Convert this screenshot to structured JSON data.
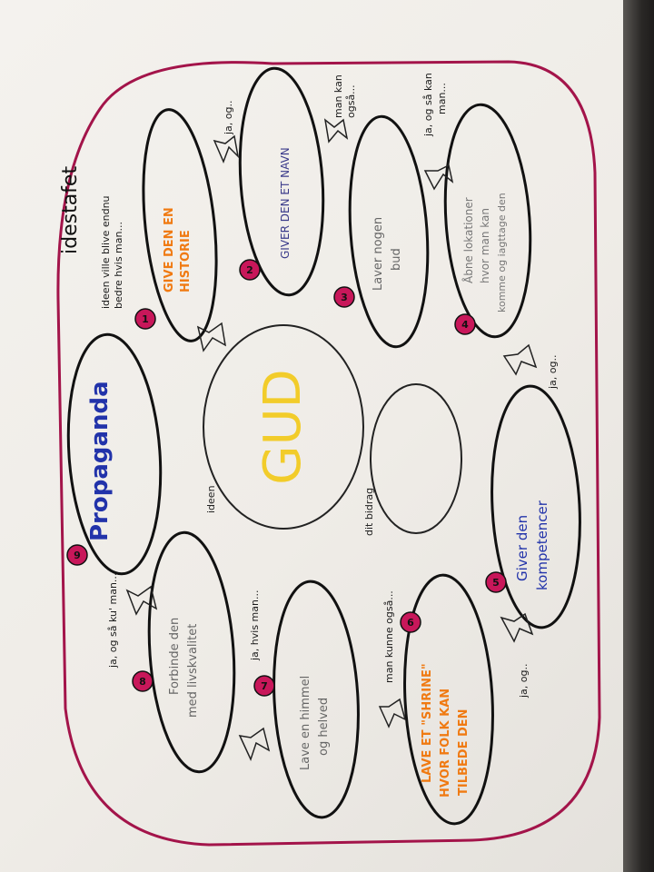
{
  "title": "idestafet",
  "center": {
    "ring_text": "ideen",
    "label": "GUD",
    "small_ring_text": "dit bidrag"
  },
  "prompts": {
    "p1": "ideen ville blive endnu",
    "p1b": "bedre hvis man...",
    "p2": "ja, og..",
    "p3a": "man kan",
    "p3b": "også...",
    "p4a": "ja, og så kan",
    "p4b": "man...",
    "p5": "ja, og..",
    "p6": "ja, og..",
    "p7": "man kunne også...",
    "p8": "ja, hvis man...",
    "p9": "ja, og så ku' man..."
  },
  "ideas": [
    {
      "num": "1",
      "line1": "GIVE DEN EN",
      "line2": "HISTORIE",
      "color": "#f07a12"
    },
    {
      "num": "2",
      "line1": "GIVER DEN ET NAVN",
      "line2": "",
      "color": "#3a3a8a"
    },
    {
      "num": "3",
      "line1": "Laver nogen",
      "line2": "bud",
      "color": "#666666"
    },
    {
      "num": "4",
      "line1": "Åbne lokationer",
      "line2": "hvor man kan",
      "line3": "komme og iagttage den",
      "color": "#777777"
    },
    {
      "num": "5",
      "line1": "Giver den",
      "line2": "kompetencer",
      "color": "#2233aa"
    },
    {
      "num": "6",
      "line1": "LAVE ET \"SHRINE\"",
      "line2": "HVOR FOLK KAN",
      "line3": "TILBEDE DEN",
      "color": "#f07a12"
    },
    {
      "num": "7",
      "line1": "Lave en himmel",
      "line2": "og helved",
      "color": "#666666"
    },
    {
      "num": "8",
      "line1": "Forbinde den",
      "line2": "med livskvalitet",
      "color": "#666666"
    },
    {
      "num": "9",
      "line1": "Propaganda",
      "line2": "",
      "color": "#2233aa"
    }
  ],
  "colors": {
    "frame": "#a3144a",
    "badge": "#c8175a",
    "gud": "#f2cc2a"
  }
}
